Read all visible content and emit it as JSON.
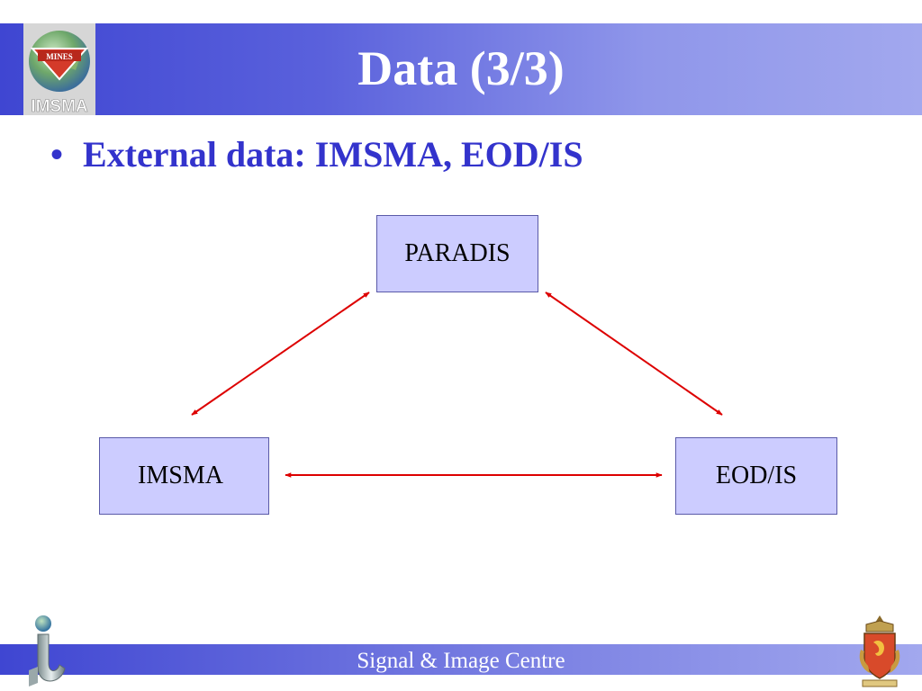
{
  "slide": {
    "title": "Data (3/3)",
    "bullet": "External data: IMSMA, EOD/IS",
    "footer": "Signal & Image Centre"
  },
  "logos": {
    "top_left": "IMSMA",
    "top_left_badge": "MINES"
  },
  "diagram": {
    "nodes": [
      {
        "id": "paradis",
        "label": "PARADIS"
      },
      {
        "id": "imsma",
        "label": "IMSMA"
      },
      {
        "id": "eodis",
        "label": "EOD/IS"
      }
    ],
    "edges": [
      {
        "from": "paradis",
        "to": "imsma",
        "bidirectional": true
      },
      {
        "from": "paradis",
        "to": "eodis",
        "bidirectional": true
      },
      {
        "from": "imsma",
        "to": "eodis",
        "bidirectional": true
      }
    ]
  },
  "colors": {
    "header_start": "#3f46d2",
    "header_end": "#a2a8ee",
    "bullet_text": "#3333cc",
    "node_fill": "#ccccff",
    "arrow": "#dd0000"
  }
}
